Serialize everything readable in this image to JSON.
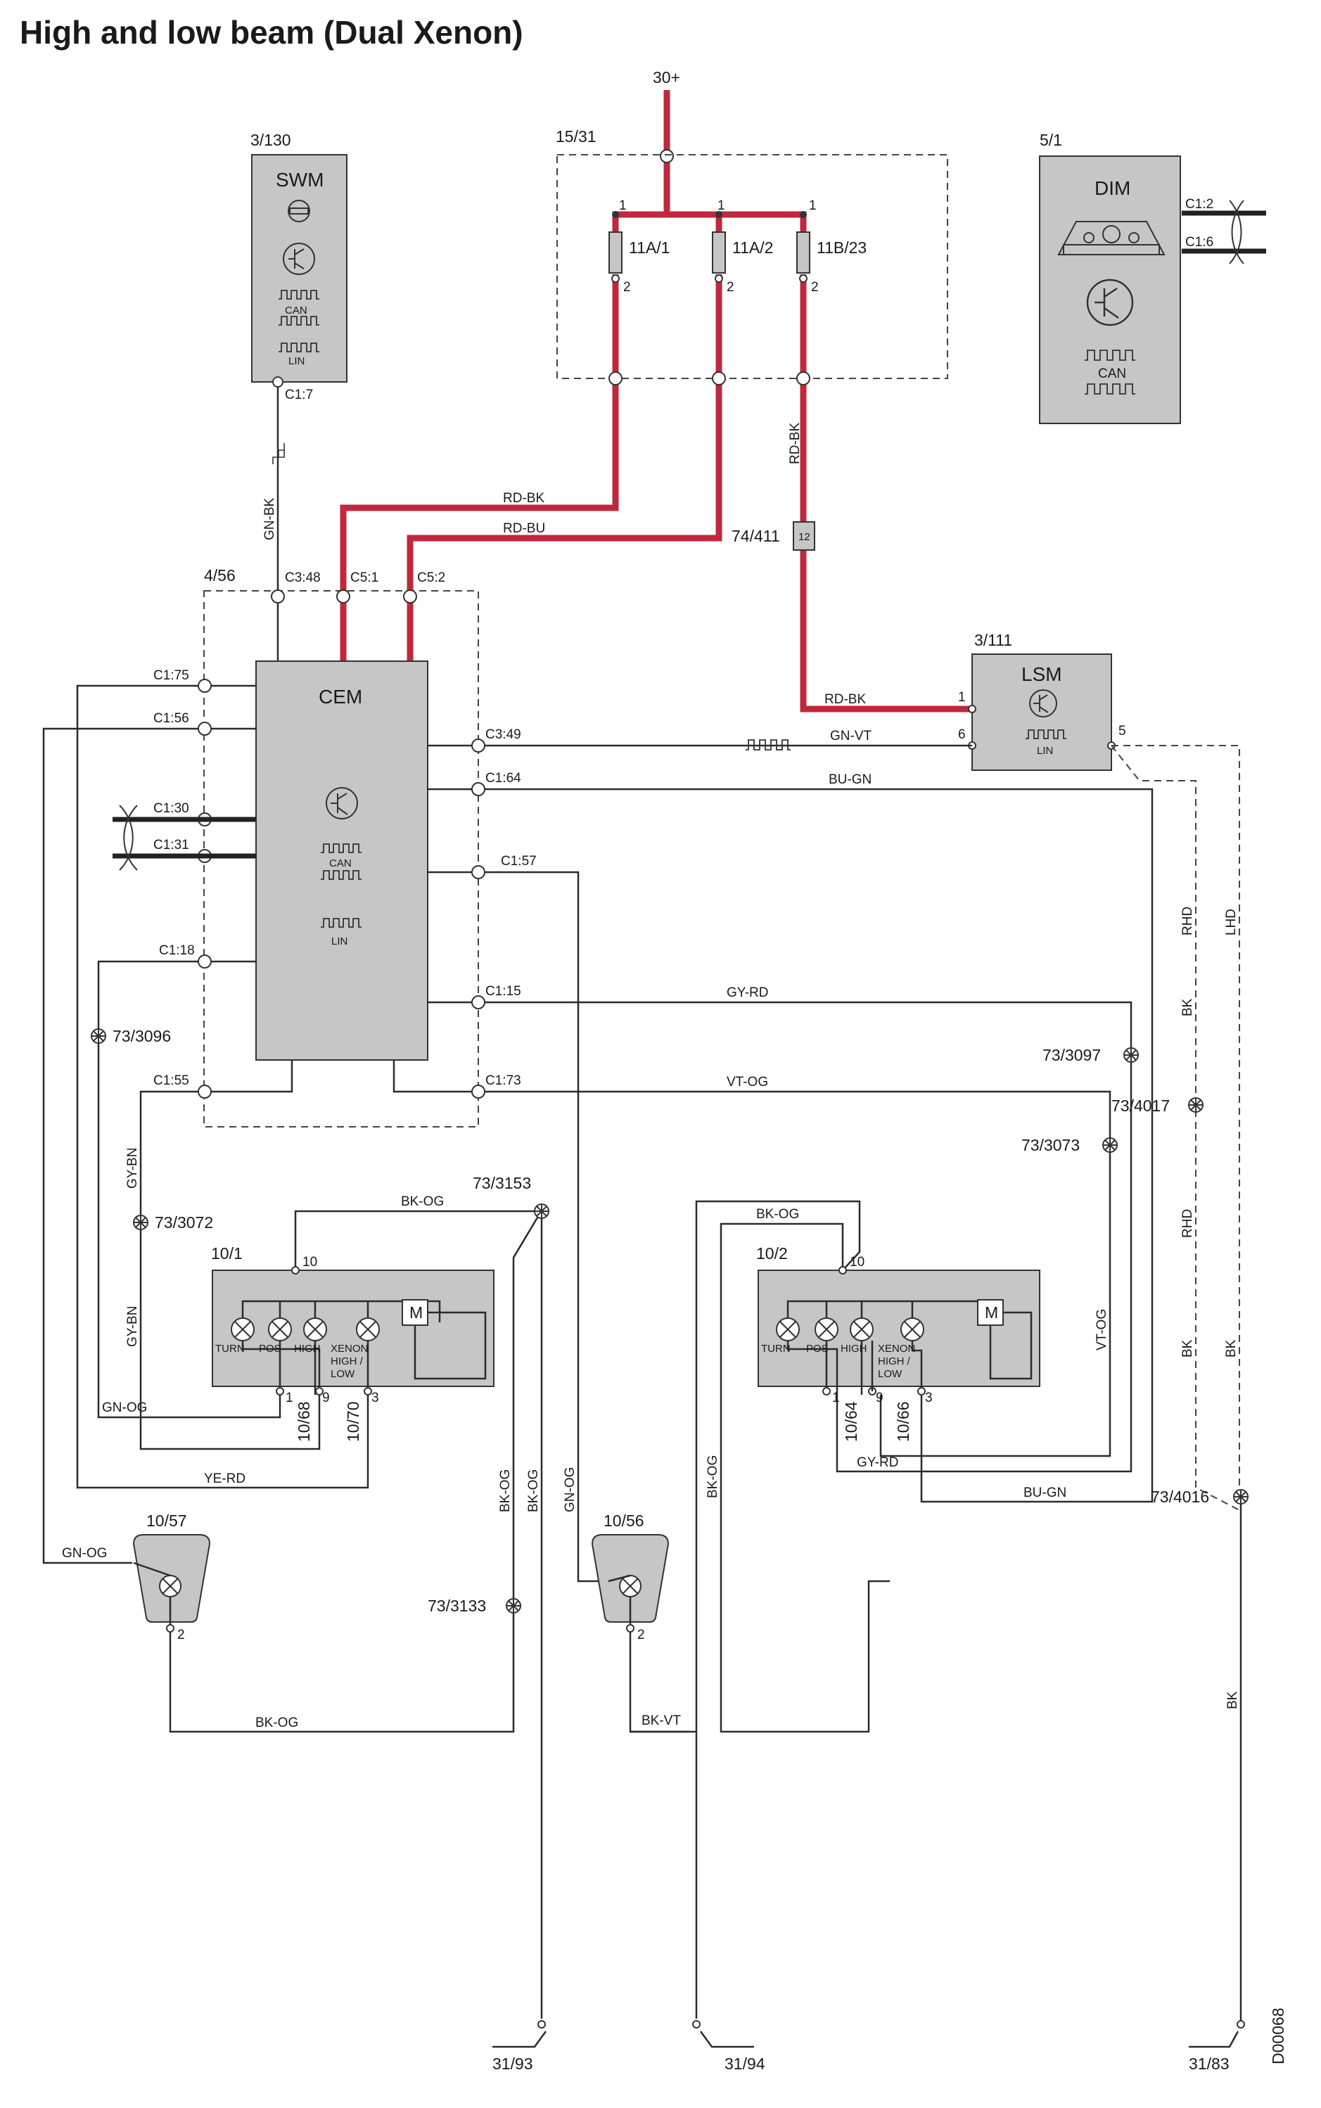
{
  "title": "High and low beam (Dual Xenon)",
  "doc_id": "D00068",
  "supply": "30+",
  "modules": {
    "swm": {
      "ref": "3/130",
      "name": "SWM",
      "conn": "C1:7",
      "bus1": "CAN",
      "bus2": "LIN"
    },
    "dim": {
      "ref": "5/1",
      "name": "DIM",
      "conn1": "C1:2",
      "conn2": "C1:6",
      "bus": "CAN"
    },
    "cem": {
      "ref": "4/56",
      "name": "CEM",
      "bus1": "CAN",
      "bus2": "LIN",
      "c348": "C3:48",
      "c51": "C5:1",
      "c52": "C5:2",
      "c175": "C1:75",
      "c156": "C1:56",
      "c130": "C1:30",
      "c131": "C1:31",
      "c118": "C1:18",
      "c155": "C1:55",
      "c349": "C3:49",
      "c164": "C1:64",
      "c157": "C1:57",
      "c115": "C1:15",
      "c173": "C1:73"
    },
    "lsm": {
      "ref": "3/111",
      "name": "LSM",
      "bus": "LIN",
      "pin1": "1",
      "pin6": "6",
      "pin5": "5"
    }
  },
  "fusebox": {
    "ref": "15/31",
    "fuse1": "11A/1",
    "fuse2": "11A/2",
    "fuse3": "11B/23",
    "pin1": "1",
    "pin2": "2"
  },
  "connector_74_411": {
    "ref": "74/411",
    "pin": "12"
  },
  "headlamps": {
    "left": {
      "ref": "10/1",
      "pin10": "10",
      "pin1": "1",
      "pin9": "9",
      "pin3": "3",
      "ext1": "10/68",
      "ext2": "10/70"
    },
    "right": {
      "ref": "10/2",
      "pin10": "10",
      "pin1": "1",
      "pin9": "9",
      "pin3": "3",
      "ext1": "10/64",
      "ext2": "10/66"
    },
    "lamp_turn": "TURN",
    "lamp_pos": "POS",
    "lamp_high": "HIGH",
    "lamp_xenon": "XENON",
    "lamp_xenon2": "HIGH /",
    "lamp_xenon3": "LOW",
    "motor": "M"
  },
  "fog": {
    "left": {
      "ref": "10/57",
      "pin": "2"
    },
    "right": {
      "ref": "10/56",
      "pin": "2"
    }
  },
  "splices": {
    "s3096": "73/3096",
    "s3072": "73/3072",
    "s3153": "73/3153",
    "s3133": "73/3133",
    "s3097": "73/3097",
    "s4017": "73/4017",
    "s3073": "73/3073",
    "s4016": "73/4016"
  },
  "grounds": {
    "g1": "31/93",
    "g2": "31/94",
    "g3": "31/83"
  },
  "wires": {
    "rdbk": "RD-BK",
    "rdbu": "RD-BU",
    "gnbk": "GN-BK",
    "gnvt": "GN-VT",
    "bugn": "BU-GN",
    "gyrd": "GY-RD",
    "vtog": "VT-OG",
    "gnog": "GN-OG",
    "gybn": "GY-BN",
    "bkog": "BK-OG",
    "yerd": "YE-RD",
    "bkvt": "BK-VT",
    "bk": "BK",
    "rhd": "RHD",
    "lhd": "LHD"
  }
}
